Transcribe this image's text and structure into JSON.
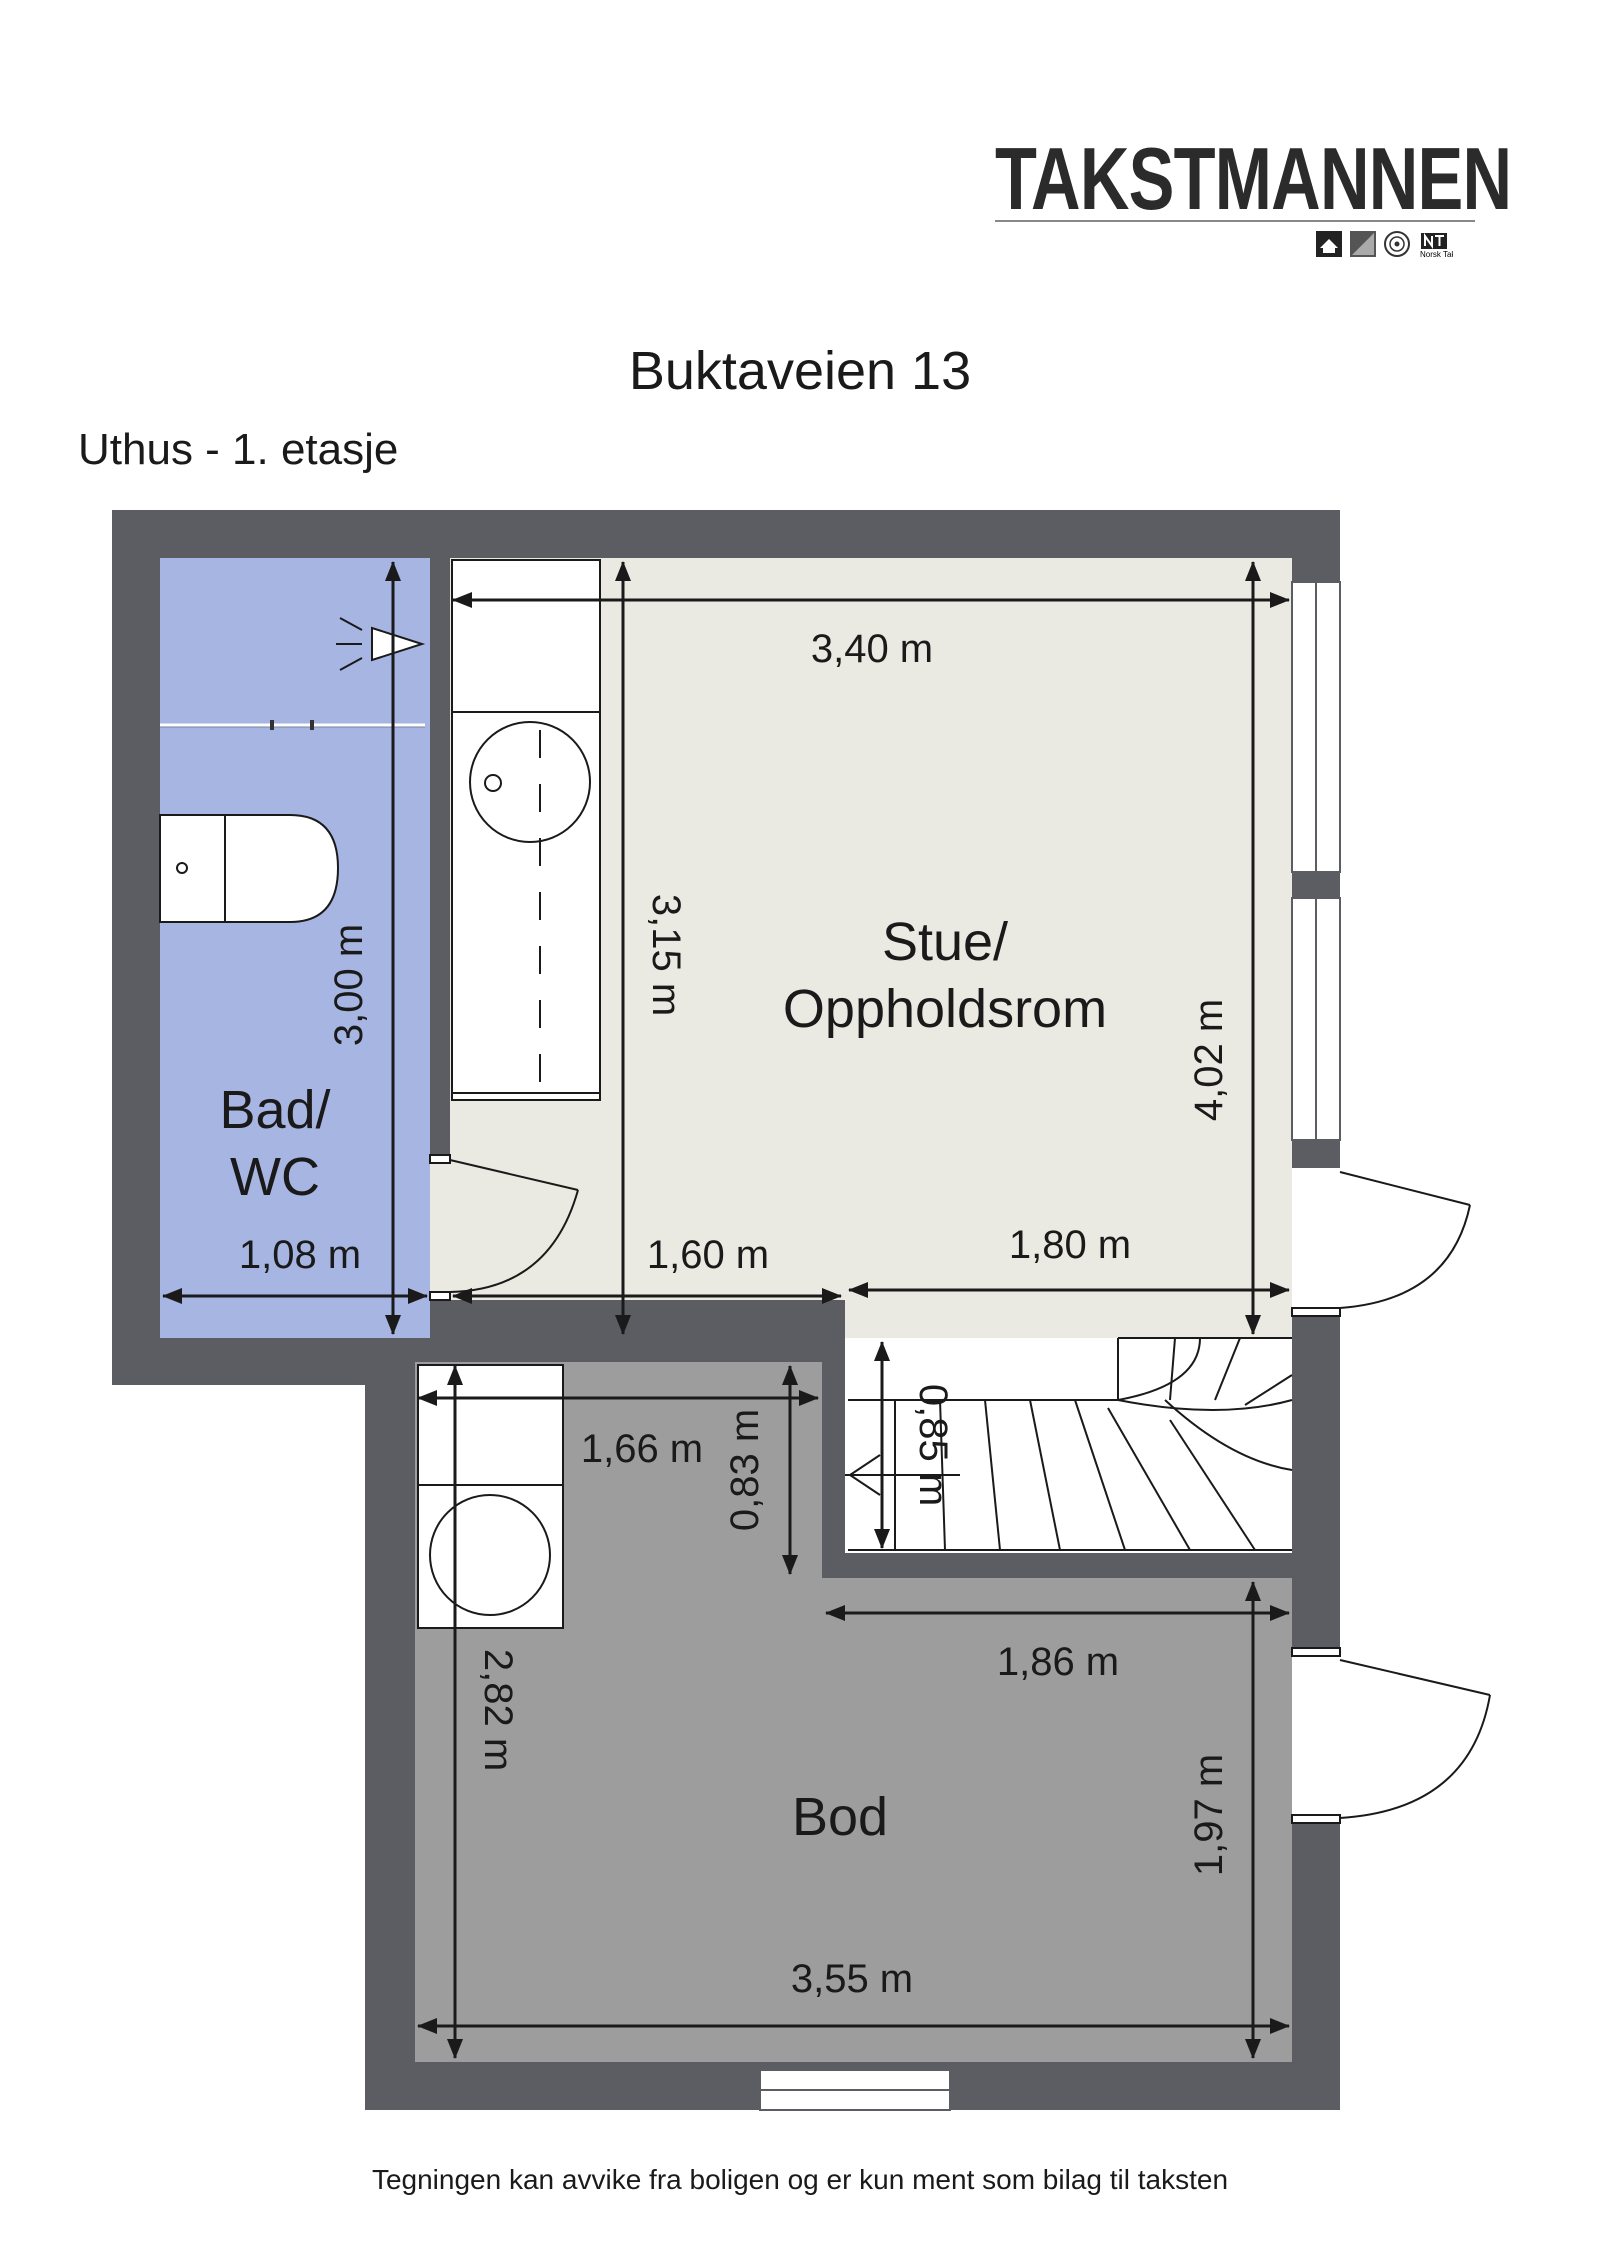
{
  "brand": {
    "name": "TAKSTMANNEN",
    "logo_caption": "Norsk Takst"
  },
  "page": {
    "title": "Buktaveien 13",
    "floor": "Uthus - 1. etasje",
    "footer": "Tegningen kan avvike fra boligen og er kun ment som bilag til taksten"
  },
  "colors": {
    "wall": "#5b5d62",
    "bathroom": "#a6b5e2",
    "living": "#eaeae2",
    "storage": "#9d9d9d",
    "line": "#1a1a1a"
  },
  "rooms": {
    "bathroom": {
      "line1": "Bad/",
      "line2": "WC"
    },
    "living": {
      "line1": "Stue/",
      "line2": "Oppholdsrom"
    },
    "storage": {
      "line1": "Bod"
    }
  },
  "dimensions": {
    "bath_height": "3,00 m",
    "bath_width": "1,08 m",
    "living_width": "3,40 m",
    "living_height_inner": "3,15 m",
    "living_height": "4,02 m",
    "living_lower_left": "1,60 m",
    "living_lower_right": "1,80 m",
    "stair_depth": "0,85 m",
    "storage_upper_width": "1,66 m",
    "storage_upper_height": "0,83 m",
    "storage_height": "2,82 m",
    "storage_right_width": "1,86 m",
    "storage_right_height": "1,97 m",
    "storage_width": "3,55 m"
  }
}
